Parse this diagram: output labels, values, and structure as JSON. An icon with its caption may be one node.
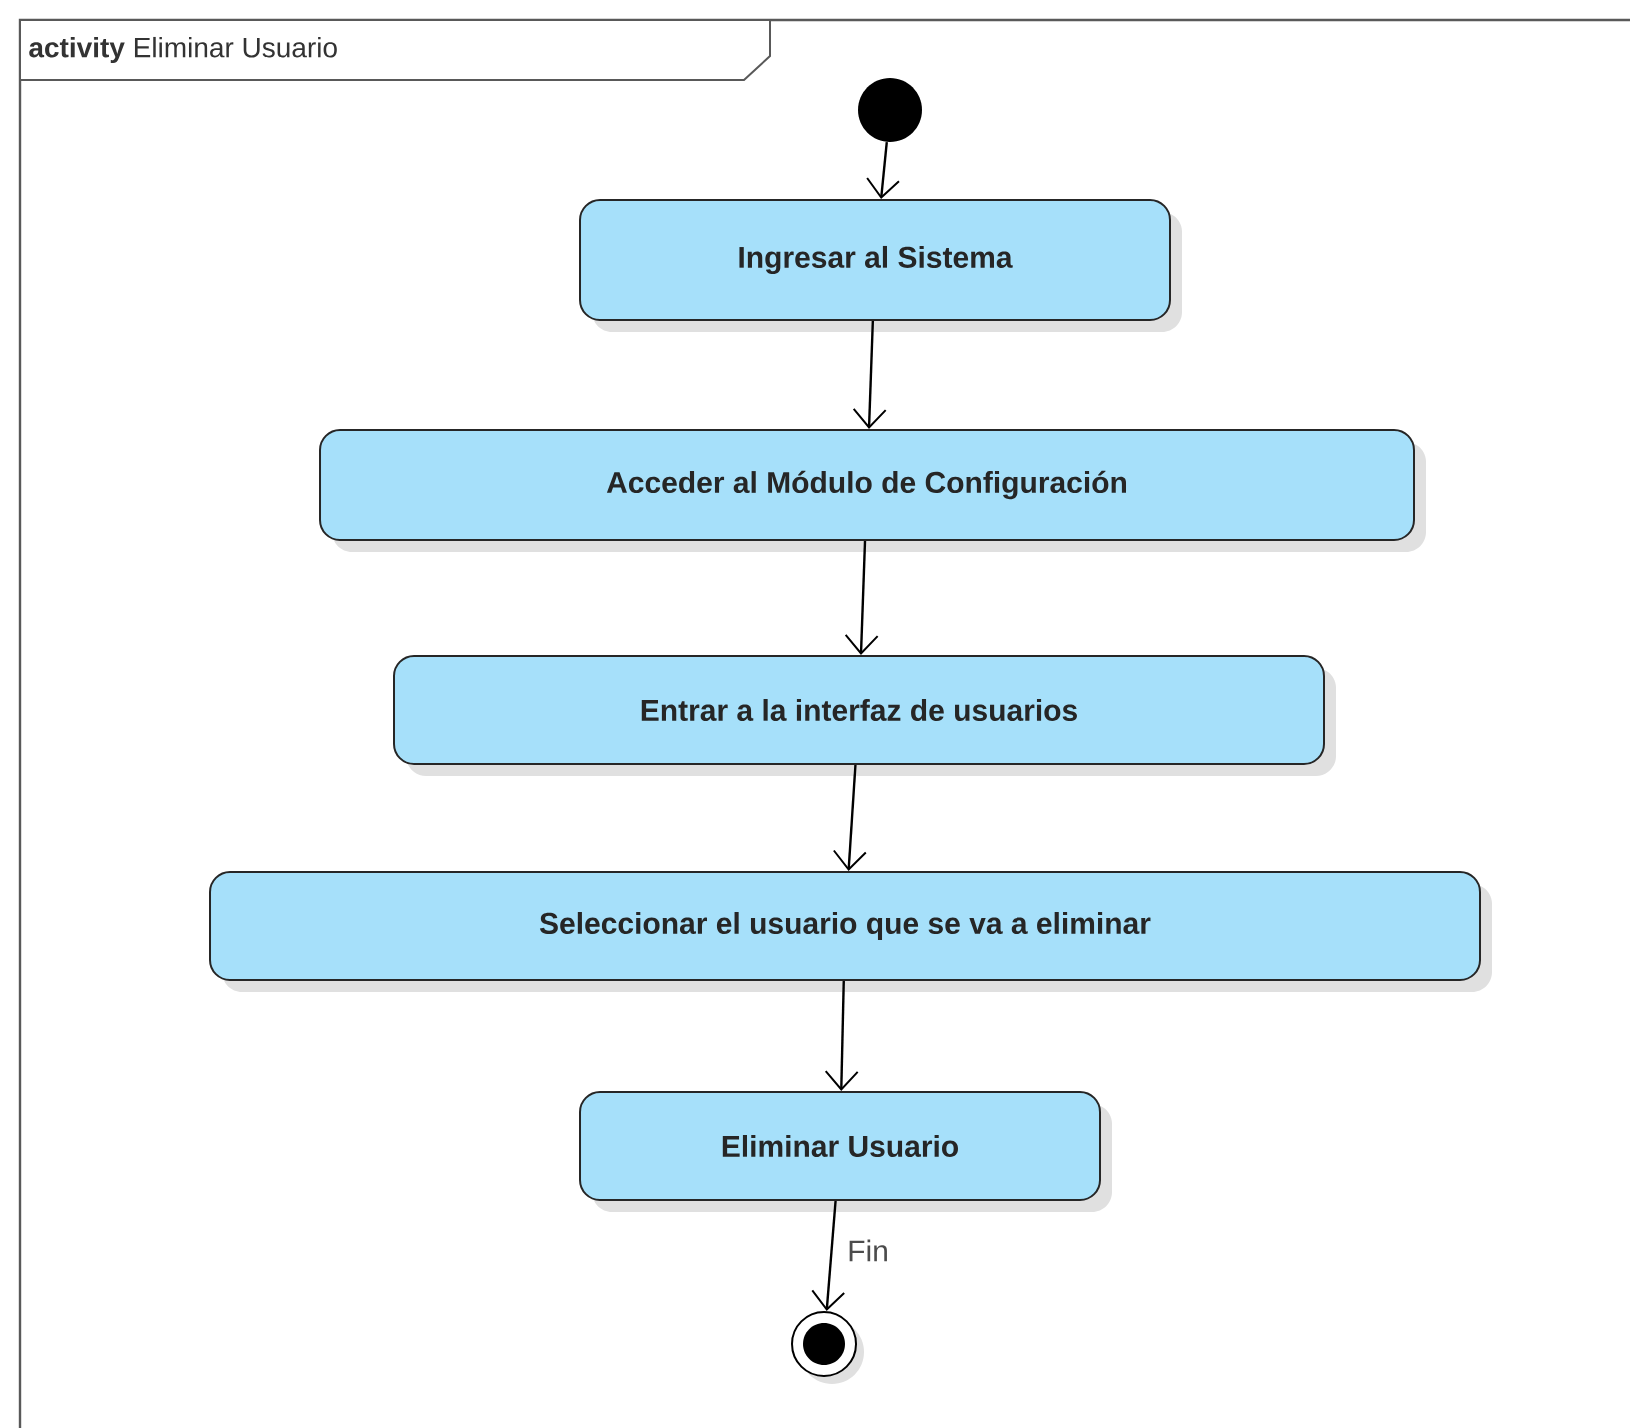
{
  "diagram": {
    "title": "**activity** Eliminar Usuario",
    "nodes": [
      {
        "text": [],
        "shape": "circle"
      },
      {
        "text": [
          "Ingresar al Sistema"
        ]
      },
      {
        "text": [
          "Acceder al Módulo de Configuración"
        ]
      },
      {
        "text": [
          "Entrar a la interfaz de usuarios"
        ]
      },
      {
        "text": [
          "Seleccionar el usuario que se va a eliminar"
        ]
      },
      {
        "text": [
          "Eliminar Usuario"
        ]
      },
      {
        "text": [],
        "shape": "circle"
      }
    ],
    "edges": [
      {
        "from": 0,
        "to": 1,
        "arrow": "to"
      },
      {
        "from": 1,
        "to": 2,
        "arrow": "to"
      },
      {
        "from": 2,
        "to": 3,
        "arrow": "to"
      },
      {
        "from": 3,
        "to": 4,
        "arrow": "to"
      },
      {
        "from": 4,
        "to": 5,
        "arrow": "to"
      },
      {
        "from": 5,
        "to": 6,
        "arrow": "to",
        "label": "Fin"
      }
    ]
  }
}
